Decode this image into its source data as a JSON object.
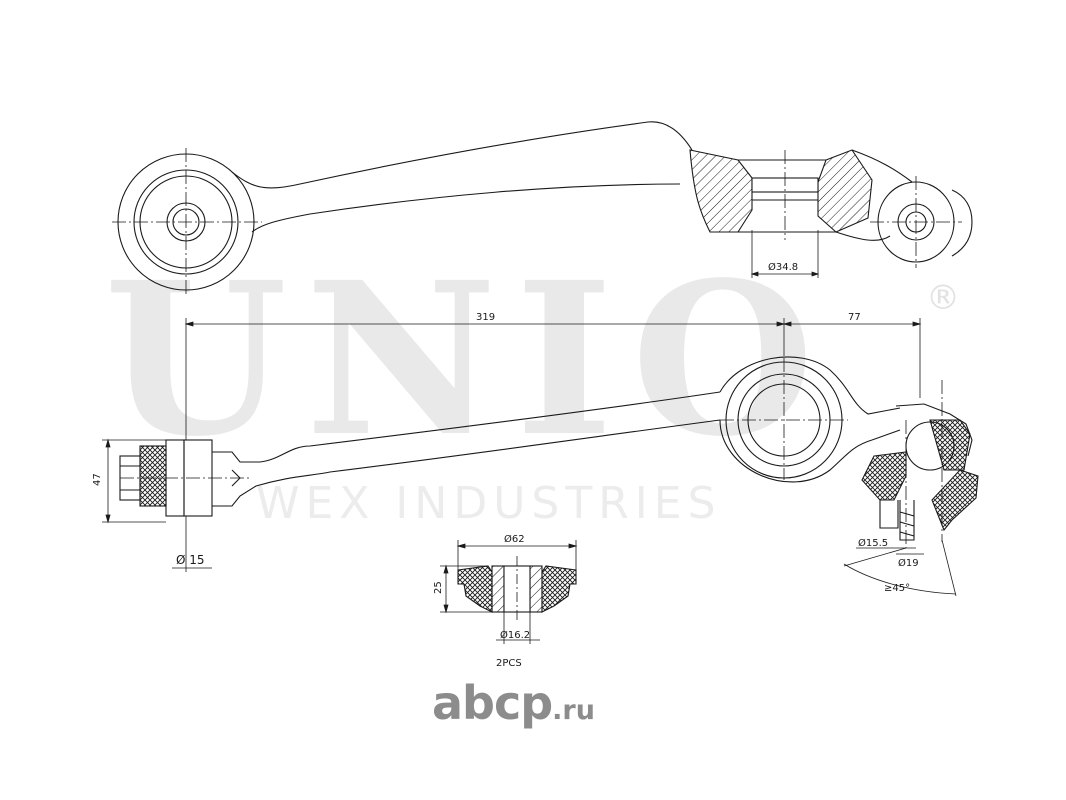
{
  "watermark": {
    "brand": "UNIO",
    "registered": "®",
    "subtitle": "WEX INDUSTRIES"
  },
  "dimensions": {
    "bore_top": "Ø34.8",
    "length_main": "319",
    "length_offset": "77",
    "height_end": "47",
    "pin_dia": "Ø 15",
    "bushing_outer": "Ø62",
    "bushing_height": "25",
    "bushing_inner": "Ø16.2",
    "bushing_qty": "2PCS",
    "joint_dia_a": "Ø15.5",
    "joint_dia_b": "Ø19",
    "joint_angle": "≥45°"
  },
  "logo": {
    "name": "abcp",
    "tld": ".ru",
    "color": "#8c8c8c"
  },
  "colors": {
    "line": "#1a1a1a",
    "watermark": "#e9e9e9"
  }
}
